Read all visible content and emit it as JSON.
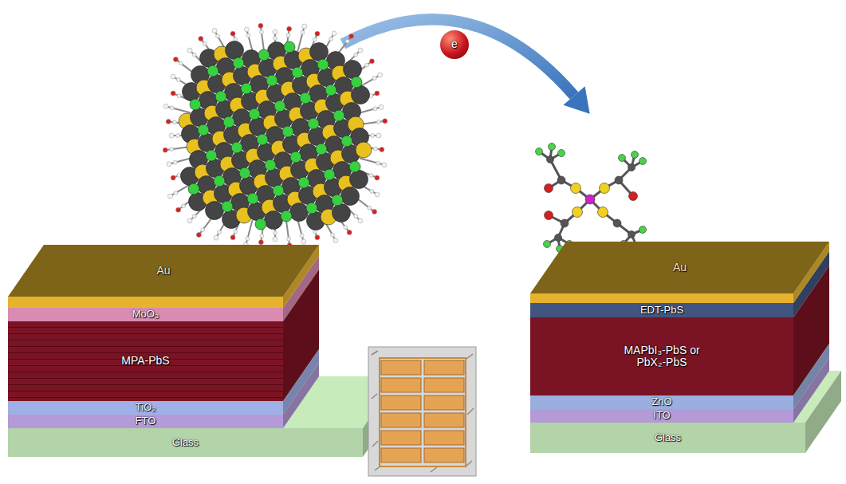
{
  "diagram": {
    "nodes": [
      {
        "text": [
          "e"
        ]
      },
      {
        "text": [
          "Au"
        ]
      },
      {
        "text": [
          "MoO₃"
        ]
      },
      {
        "text": [
          "MPA-PbS"
        ]
      },
      {
        "text": [
          "TiO₂"
        ]
      },
      {
        "text": [
          "FTO"
        ]
      },
      {
        "text": [
          "Glass"
        ]
      },
      {
        "text": [
          "Au"
        ]
      },
      {
        "text": [
          "EDT-PbS"
        ]
      },
      {
        "text": [
          "MAPbI₃-PbS or PbX₂-PbS"
        ]
      },
      {
        "text": [
          "ZnO"
        ]
      },
      {
        "text": [
          "ITO"
        ]
      },
      {
        "text": [
          "Glass"
        ]
      }
    ]
  }
}
